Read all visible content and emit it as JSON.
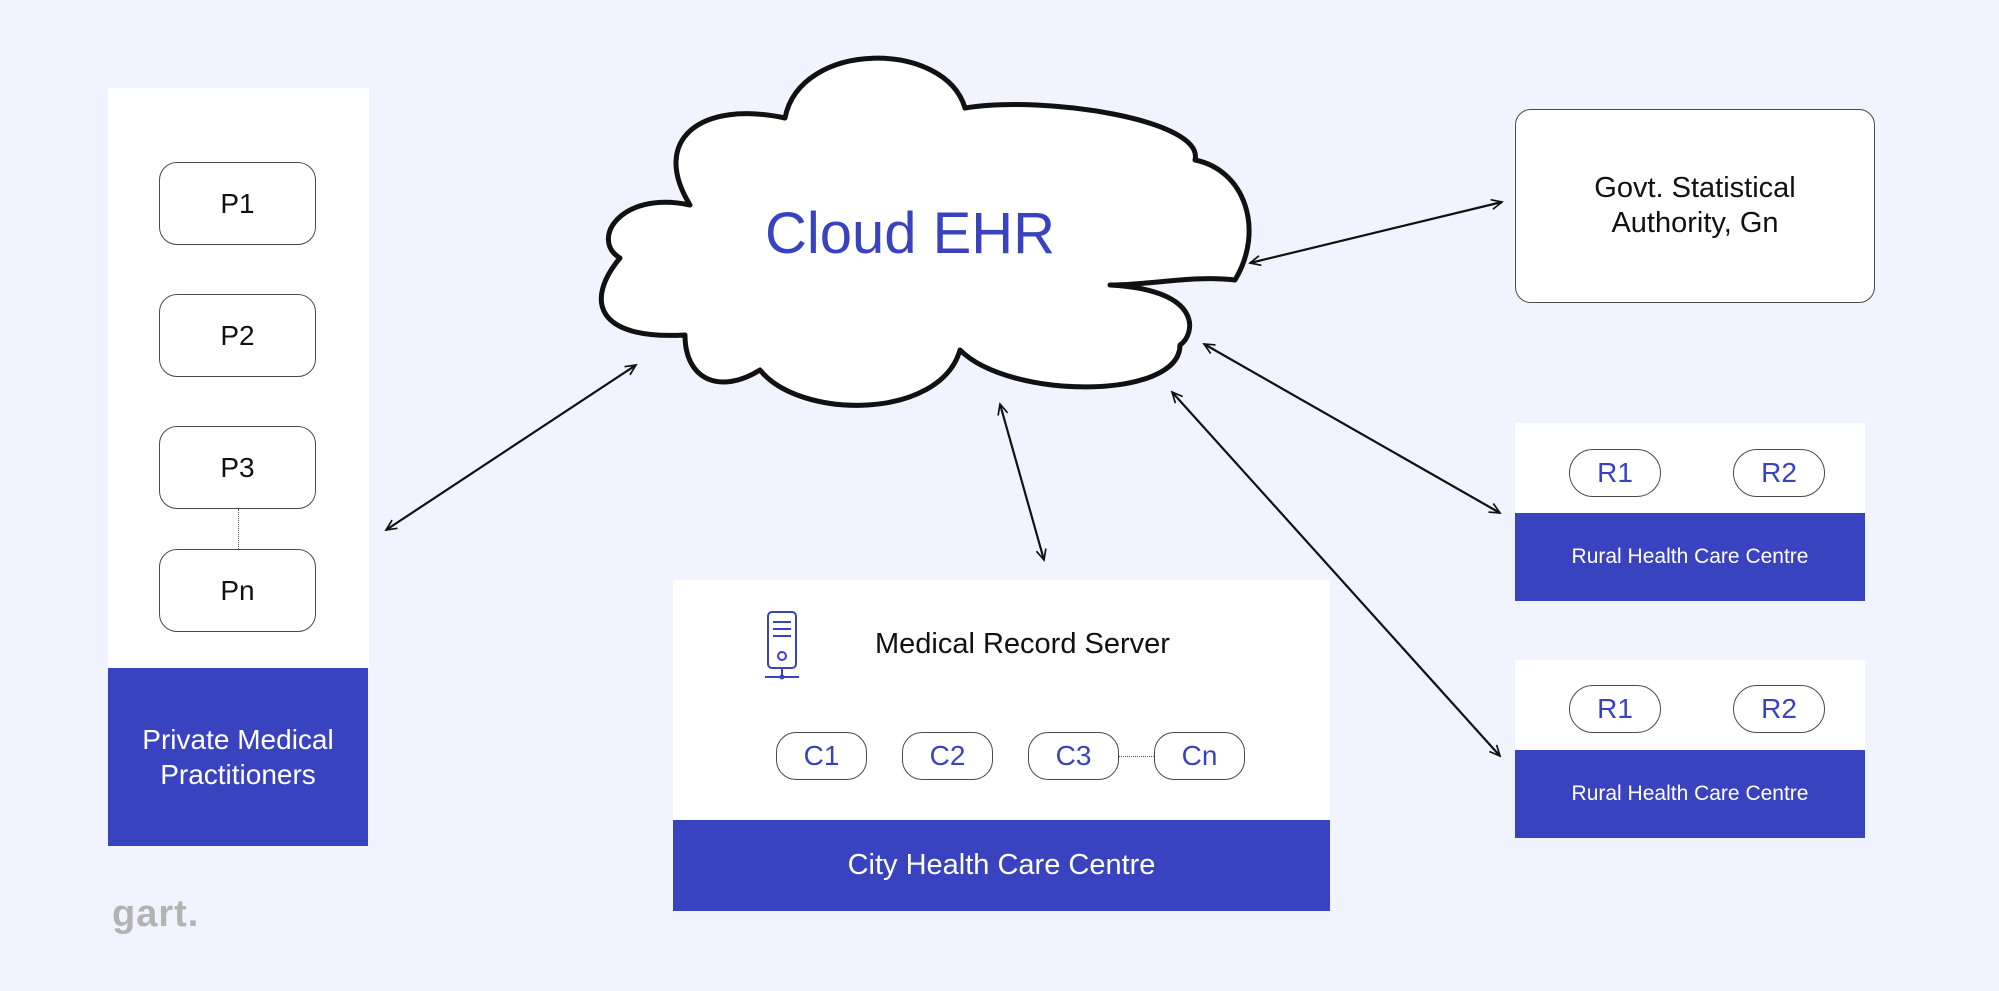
{
  "cloud": {
    "title": "Cloud EHR"
  },
  "private": {
    "nodes": [
      "P1",
      "P2",
      "P3",
      "Pn"
    ],
    "label": "Private Medical Practitioners"
  },
  "govt": {
    "label": "Govt. Statistical\nAuthority, Gn"
  },
  "rural": [
    {
      "chips": [
        "R1",
        "R2"
      ],
      "label": "Rural Health Care Centre"
    },
    {
      "chips": [
        "R1",
        "R2"
      ],
      "label": "Rural Health Care Centre"
    }
  ],
  "city": {
    "server_label": "Medical Record Server",
    "chips": [
      "C1",
      "C2",
      "C3",
      "Cn"
    ],
    "label": "City Health Care Centre"
  },
  "brand": {
    "logo_text": "gart."
  },
  "colors": {
    "accent": "#3a43bf",
    "background": "#f1f4fe",
    "panel": "#ffffff"
  },
  "icons": {
    "server": "server-icon",
    "cloud": "cloud-shape"
  }
}
